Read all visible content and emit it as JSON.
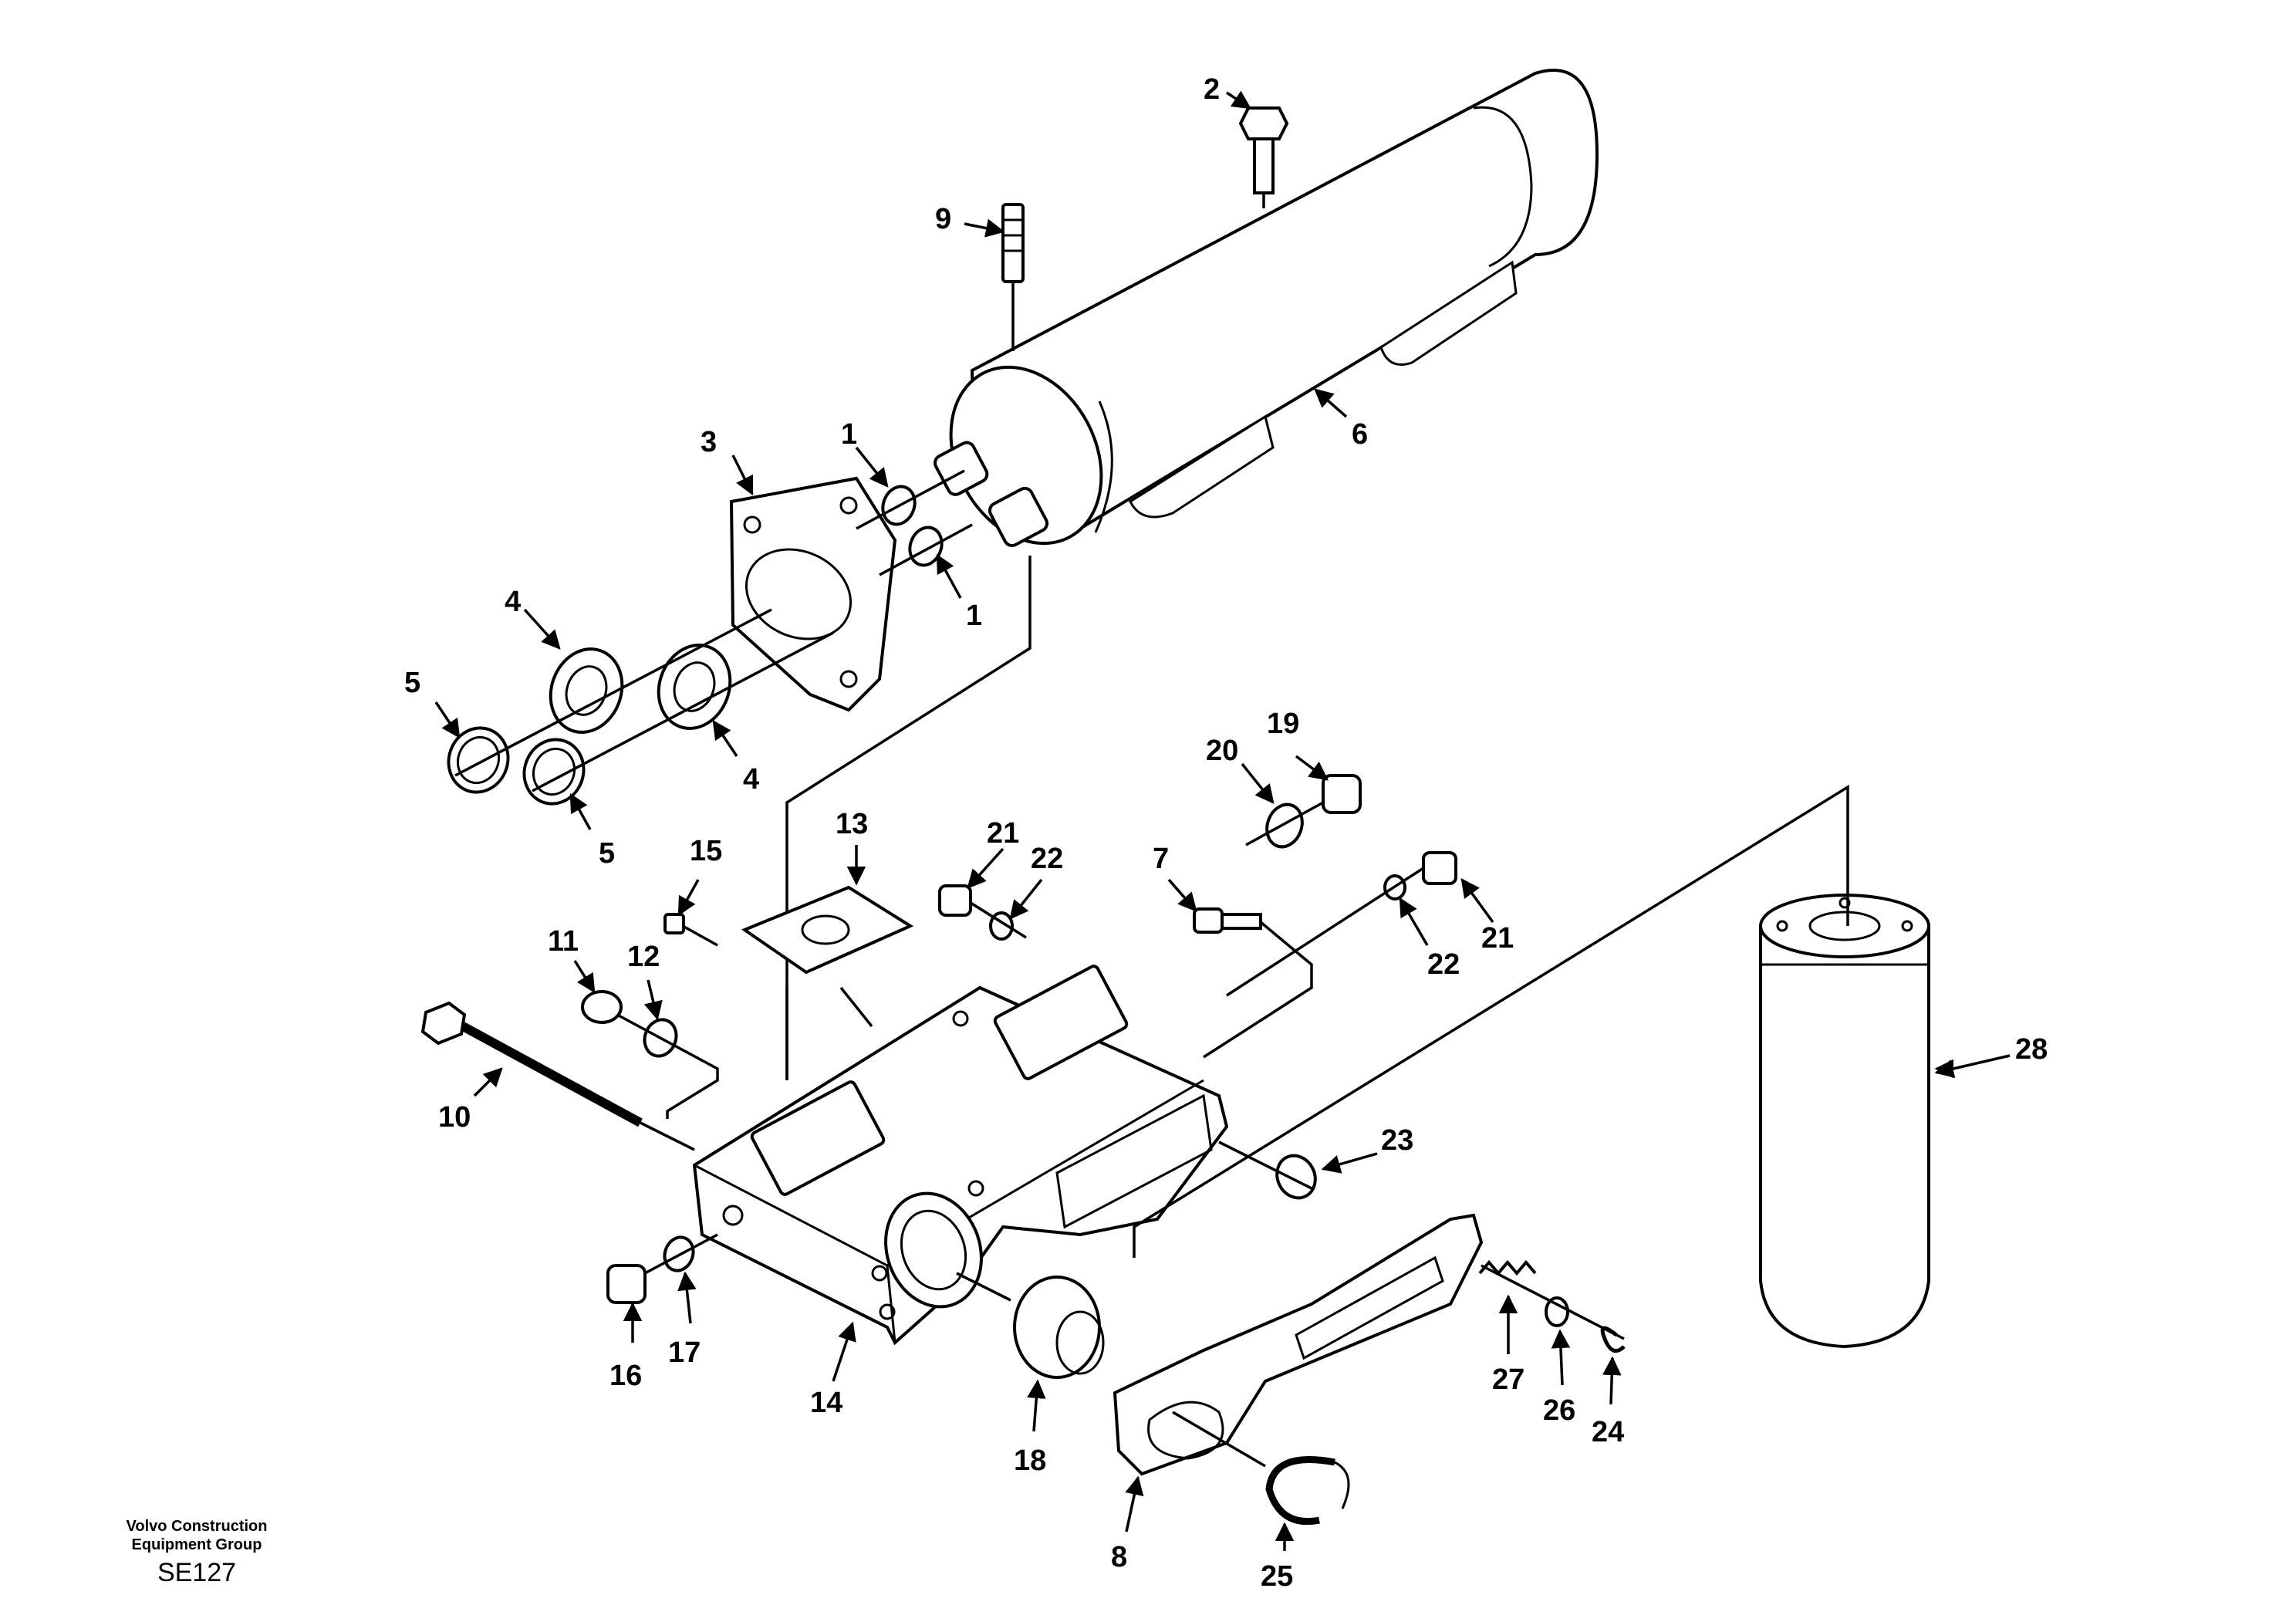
{
  "diagram": {
    "callouts": [
      "1",
      "1",
      "2",
      "3",
      "4",
      "4",
      "5",
      "5",
      "6",
      "7",
      "8",
      "9",
      "10",
      "11",
      "12",
      "13",
      "14",
      "15",
      "16",
      "17",
      "18",
      "19",
      "20",
      "21",
      "21",
      "22",
      "22",
      "23",
      "24",
      "25",
      "26",
      "27",
      "28"
    ]
  },
  "footer": {
    "org_line1": "Volvo Construction",
    "org_line2": "Equipment Group",
    "code": "SE127"
  }
}
